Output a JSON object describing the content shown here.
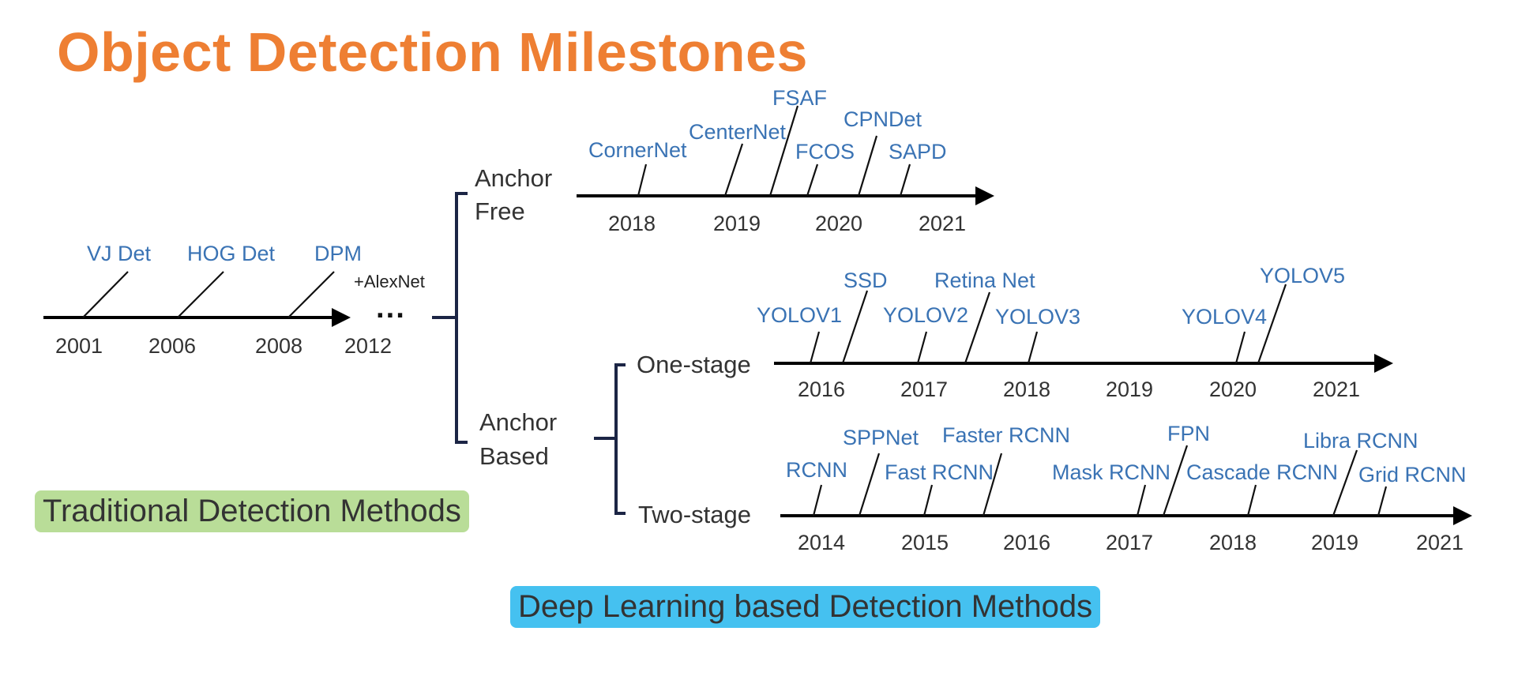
{
  "title": "Object Detection Milestones",
  "colors": {
    "title": "#ee7f33",
    "method_label": "#3a73b4",
    "traditional_badge": "#b9dd98",
    "deep_learning_badge": "#45c1f0"
  },
  "traditional": {
    "methods": [
      "VJ Det",
      "HOG Det",
      "DPM"
    ],
    "years": [
      "2001",
      "2006",
      "2008",
      "2012"
    ],
    "transition": "+AlexNet",
    "ellipsis": "···",
    "badge": "Traditional Detection Methods"
  },
  "anchor_free": {
    "label_line1": "Anchor",
    "label_line2": "Free",
    "methods": [
      "CornerNet",
      "CenterNet",
      "FSAF",
      "FCOS",
      "CPNDet",
      "SAPD"
    ],
    "years": [
      "2018",
      "2019",
      "2020",
      "2021"
    ]
  },
  "anchor_based": {
    "label_line1": "Anchor",
    "label_line2": "Based",
    "one_stage": {
      "label": "One-stage",
      "methods": [
        "YOLOV1",
        "SSD",
        "YOLOV2",
        "Retina Net",
        "YOLOV3",
        "YOLOV4",
        "YOLOV5"
      ],
      "years": [
        "2016",
        "2017",
        "2018",
        "2019",
        "2020",
        "2021"
      ]
    },
    "two_stage": {
      "label": "Two-stage",
      "methods": [
        "RCNN",
        "SPPNet",
        "Fast RCNN",
        "Faster RCNN",
        "Mask RCNN",
        "FPN",
        "Cascade RCNN",
        "Libra RCNN",
        "Grid RCNN"
      ],
      "years": [
        "2014",
        "2015",
        "2016",
        "2017",
        "2018",
        "2019",
        "2021"
      ]
    }
  },
  "deep_learning_badge": "Deep Learning based Detection Methods"
}
